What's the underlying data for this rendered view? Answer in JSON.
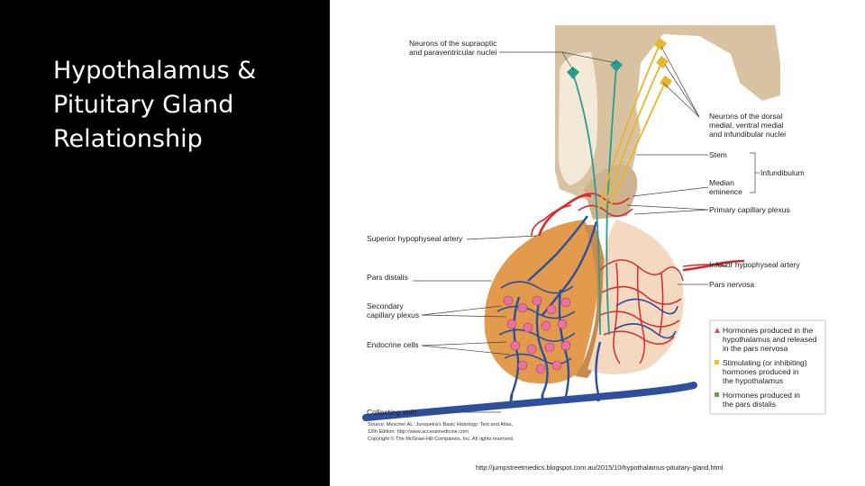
{
  "slide": {
    "title": "Hypothalamus &\nPituitary Gland\nRelationship"
  },
  "labels": {
    "neurons_supraoptic_1": "Neurons of the supraoptic",
    "neurons_supraoptic_2": "and paraventricular nuclei",
    "neurons_dorsal_1": "Neurons of the dorsal",
    "neurons_dorsal_2": "medial, ventral medial",
    "neurons_dorsal_3": "and infundibular nuclei",
    "stem": "Stem",
    "infundibulum": "Infundibulum",
    "median_1": "Median",
    "median_2": "eminence",
    "primary_plexus": "Primary capillary plexus",
    "superior_artery": "Superior hypophyseal artery",
    "inferior_artery": "Inferior hypophyseal artery",
    "pars_distalis": "Pars distalis",
    "pars_nervosa": "Pars nervosa",
    "secondary_1": "Secondary",
    "secondary_2": "capillary plexus",
    "endocrine": "Endocrine cells",
    "collecting_vein": "Collecting vein"
  },
  "legend": {
    "items": [
      {
        "color": "#d9467a",
        "lines": [
          "Hormones produced in the",
          "hypothalamus and released",
          "in the pars nervosa"
        ]
      },
      {
        "color": "#f0c419",
        "lines": [
          "Stimulating (or inhibiting)",
          "hormones produced in",
          "the hypothalamus"
        ]
      },
      {
        "color": "#5fa04a",
        "lines": [
          "Hormones produced in",
          "the pars distalis"
        ]
      }
    ]
  },
  "source": {
    "line1": "Source: Mescher AL: Junqueira's Basic Histology: Text and Atlas,",
    "line2": "12th Edition: http://www.accessmedicine.com",
    "line3": "Copyright © The McGraw-Hill Companies, Inc. All rights reserved.",
    "url": "http://jumpstreetmedics.blogspot.com.au/2015/10/hypothalamus-pituitary-gland.html"
  },
  "colors": {
    "artery": "#d62b2b",
    "vein": "#2d4f9e",
    "tissue": "#d8c2a2",
    "distalis": "#e29a4c",
    "nervosa": "#f3d9bf",
    "neuron_teal": "#2a9d8f",
    "neuron_yellow": "#e8b62c"
  }
}
